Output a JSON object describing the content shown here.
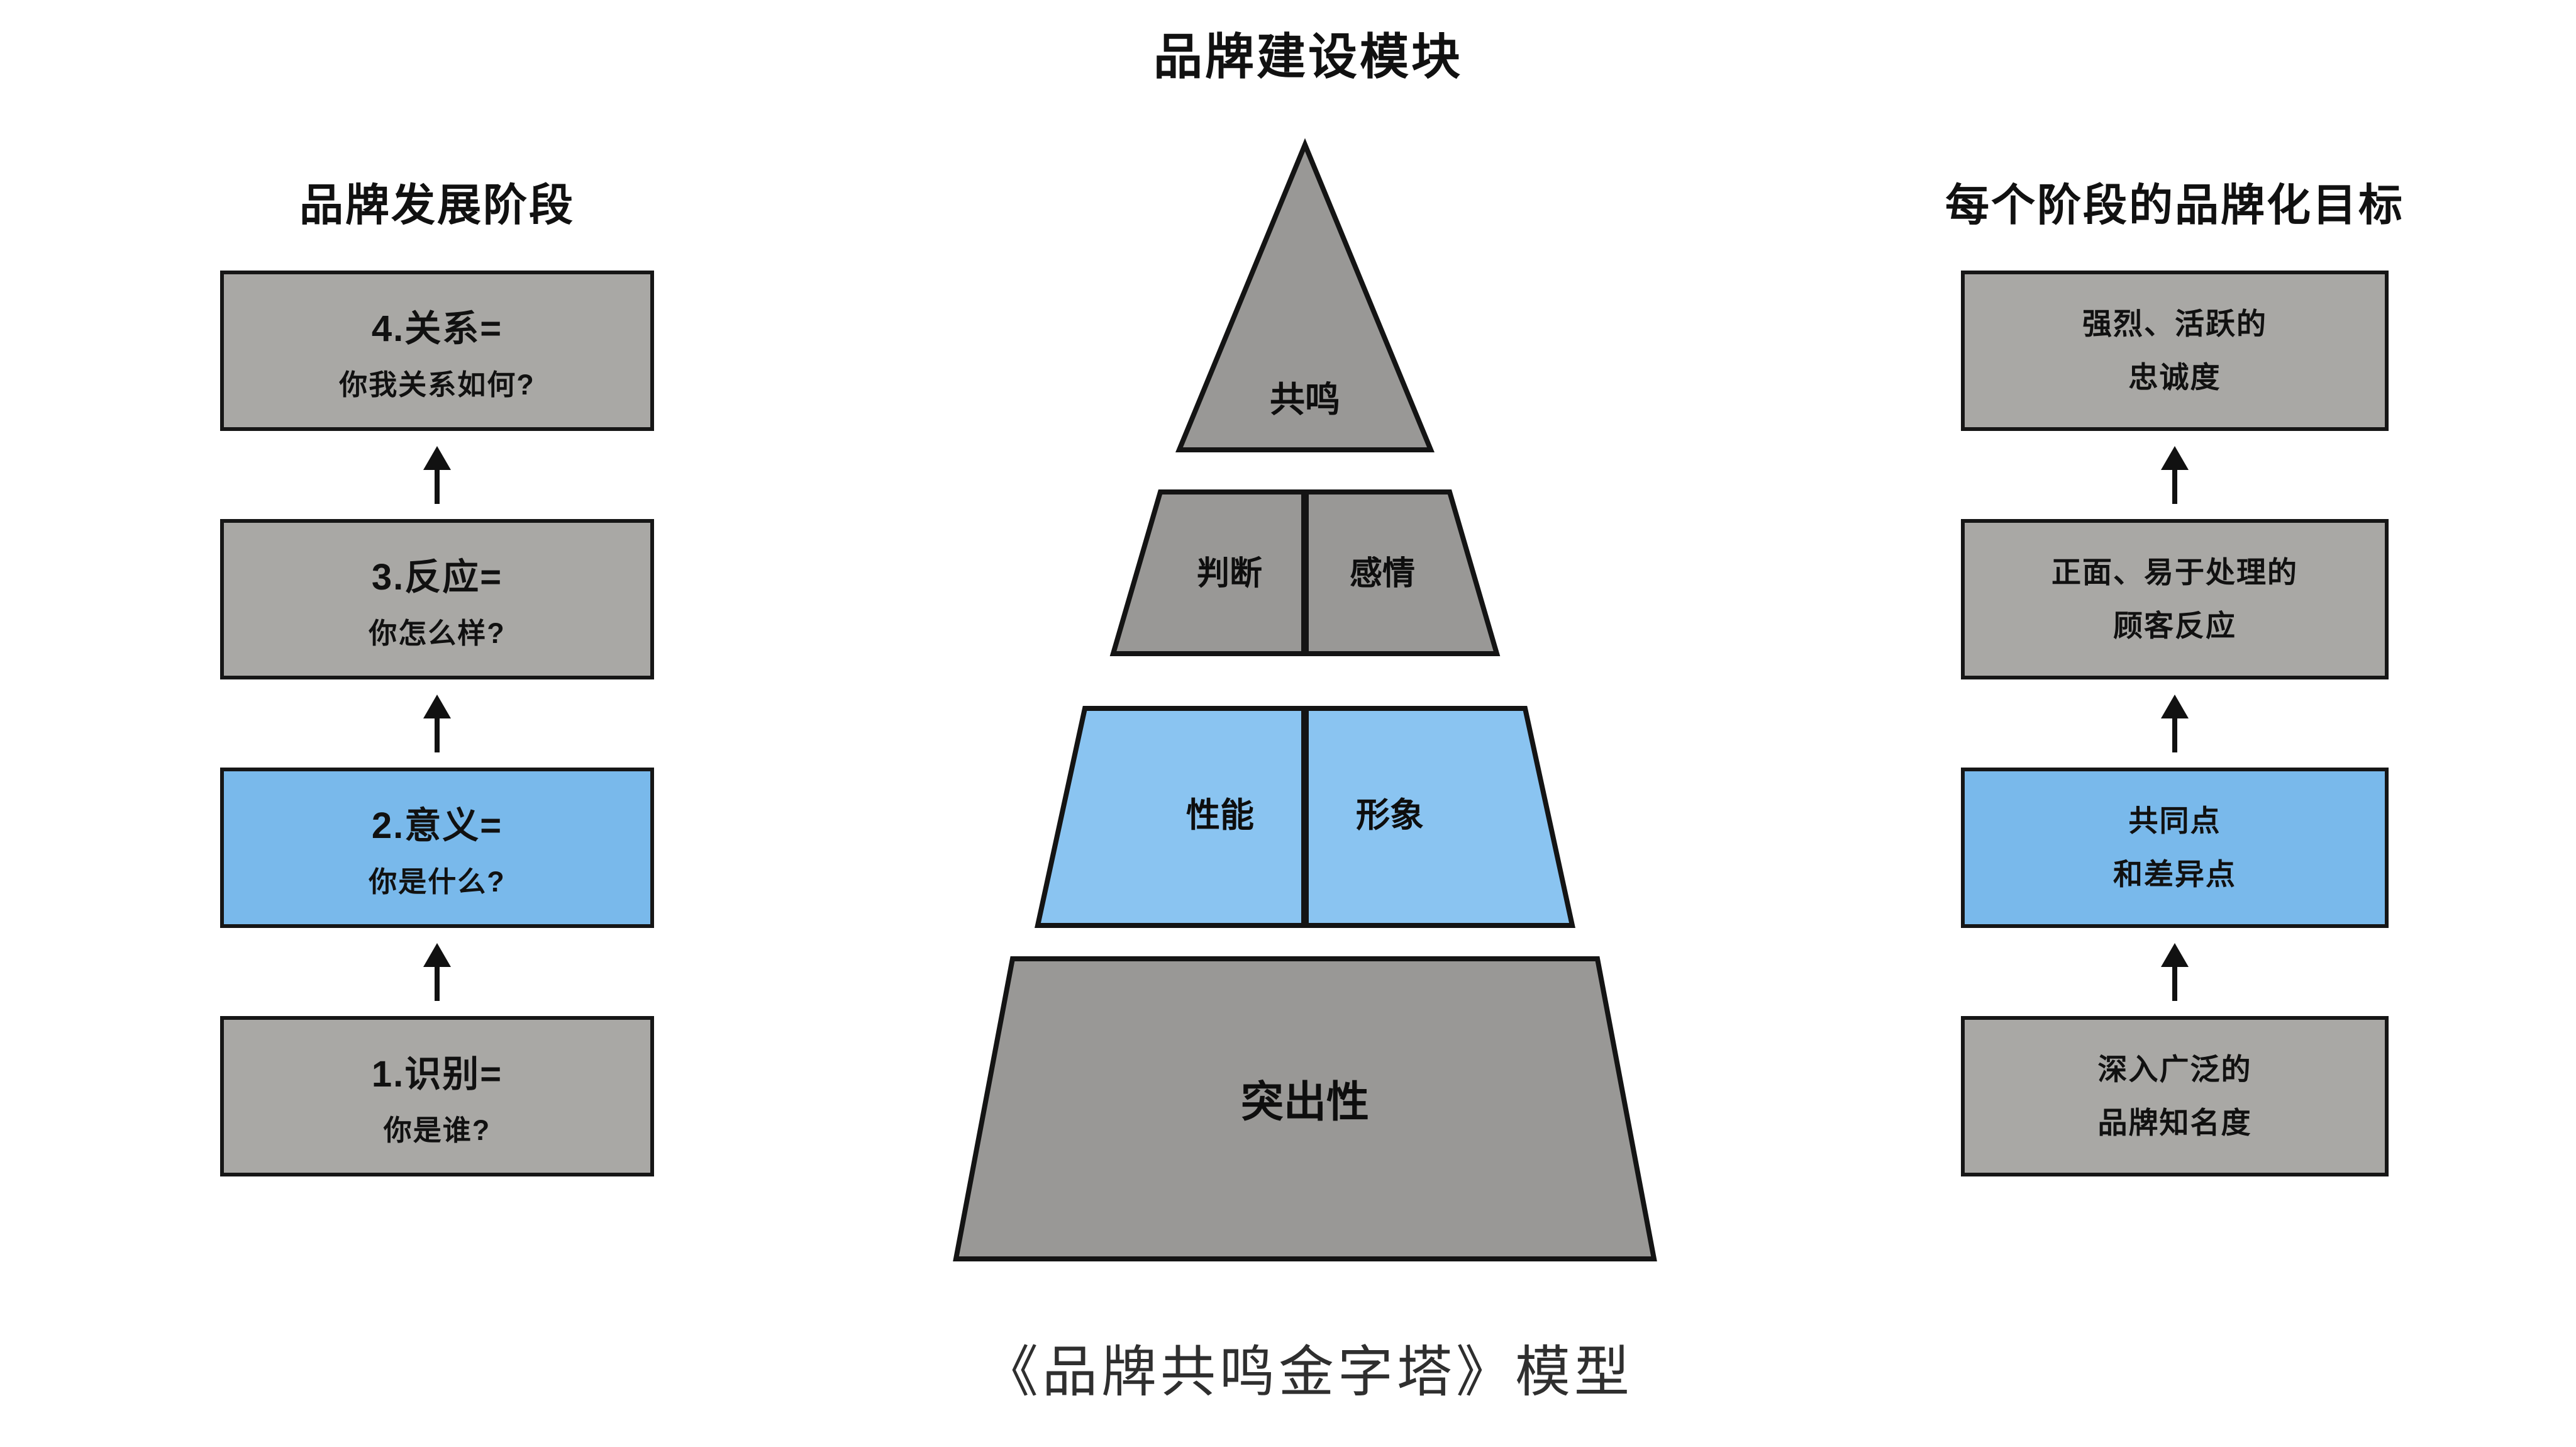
{
  "title": "品牌建设模块",
  "caption": "《品牌共鸣金字塔》模型",
  "colors": {
    "background": "#ffffff",
    "box_gray": "#a9a8a5",
    "box_blue": "#79b9eb",
    "pyramid_gray": "#999896",
    "pyramid_blue": "#8ac4f1",
    "border": "#161616",
    "text": "#111111"
  },
  "left_column": {
    "header": "品牌发展阶段",
    "stages": [
      {
        "line1": "4.关系=",
        "line2": "你我关系如何?",
        "highlight": false
      },
      {
        "line1": "3.反应=",
        "line2": "你怎么样?",
        "highlight": false
      },
      {
        "line1": "2.意义=",
        "line2": "你是什么?",
        "highlight": true
      },
      {
        "line1": "1.识别=",
        "line2": "你是谁?",
        "highlight": false
      }
    ]
  },
  "pyramid": {
    "levels": [
      {
        "label": "共鸣",
        "highlight": false
      },
      {
        "left_label": "判断",
        "right_label": "感情",
        "highlight": false
      },
      {
        "left_label": "性能",
        "right_label": "形象",
        "highlight": true
      },
      {
        "label": "突出性",
        "highlight": false
      }
    ]
  },
  "right_column": {
    "header": "每个阶段的品牌化目标",
    "goals": [
      {
        "line1": "强烈、活跃的",
        "line2": "忠诚度",
        "highlight": false
      },
      {
        "line1": "正面、易于处理的",
        "line2": "顾客反应",
        "highlight": false
      },
      {
        "line1": "共同点",
        "line2": "和差异点",
        "highlight": true
      },
      {
        "line1": "深入广泛的",
        "line2": "品牌知名度",
        "highlight": false
      }
    ]
  }
}
